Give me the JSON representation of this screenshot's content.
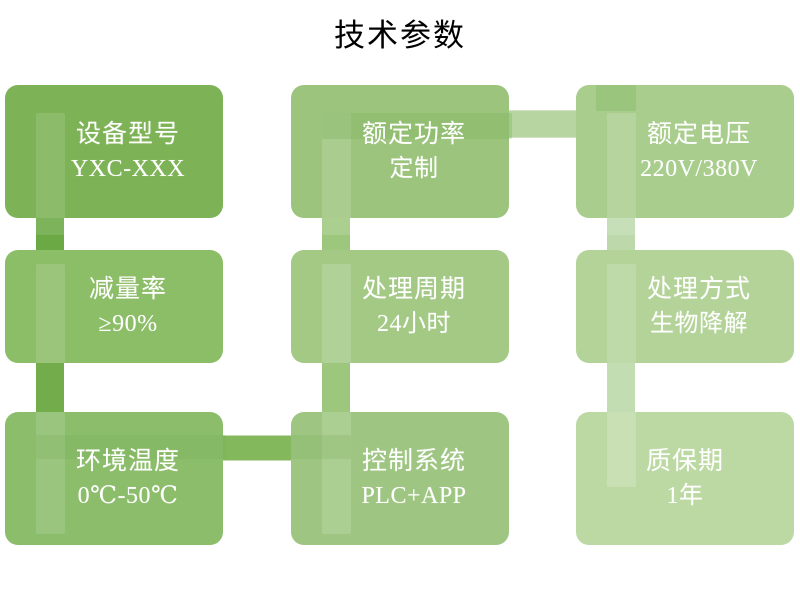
{
  "page": {
    "title": "技术参数",
    "background": "#ffffff",
    "title_color": "#000000"
  },
  "palette": {
    "green_1": "#7db356",
    "green_2": "#8cbd67",
    "green_3": "#98c477",
    "green_4": "#a0c881",
    "green_5": "#a8cd8c",
    "green_6": "#b1d296",
    "green_7": "#b4d49b",
    "green_8": "#bad8a1",
    "green_9": "#bfdba8",
    "connector_dark": "#6ba945",
    "connector_mid": "#9cc77c",
    "connector_light": "#c3ddad",
    "text_color": "#ffffff"
  },
  "cards": [
    {
      "id": "device-model",
      "label": "设备型号",
      "value": "YXC-XXX",
      "color": "#7db356"
    },
    {
      "id": "rated-power",
      "label": "额定功率",
      "value": "定制",
      "color": "#9cc47d"
    },
    {
      "id": "rated-voltage",
      "label": "额定电压",
      "value": "220V/380V",
      "color": "#a8cd8c"
    },
    {
      "id": "reduction-rate",
      "label": "减量率",
      "value": "≥90%",
      "color": "#8cbd67"
    },
    {
      "id": "treatment-cycle",
      "label": "处理周期",
      "value": "24小时",
      "color": "#a3c985"
    },
    {
      "id": "treatment-method",
      "label": "处理方式",
      "value": "生物降解",
      "color": "#b3d398"
    },
    {
      "id": "ambient-temperature",
      "label": "环境温度",
      "value": "0℃-50℃",
      "color": "#8cbd6b"
    },
    {
      "id": "control-system",
      "label": "控制系统",
      "value": "PLC+APP",
      "color": "#9ec682"
    },
    {
      "id": "warranty-period",
      "label": "质保期",
      "value": "1年",
      "color": "#bcd9a3"
    }
  ],
  "connectors": [
    {
      "id": "power-to-voltage",
      "orientation": "horizontal"
    },
    {
      "id": "model-to-reduction",
      "orientation": "vertical"
    },
    {
      "id": "power-to-cycle",
      "orientation": "vertical"
    },
    {
      "id": "voltage-to-method",
      "orientation": "vertical"
    },
    {
      "id": "reduction-to-ambient",
      "orientation": "vertical"
    },
    {
      "id": "cycle-to-control",
      "orientation": "vertical"
    },
    {
      "id": "method-to-warranty",
      "orientation": "vertical"
    },
    {
      "id": "ambient-to-control",
      "orientation": "horizontal"
    }
  ]
}
